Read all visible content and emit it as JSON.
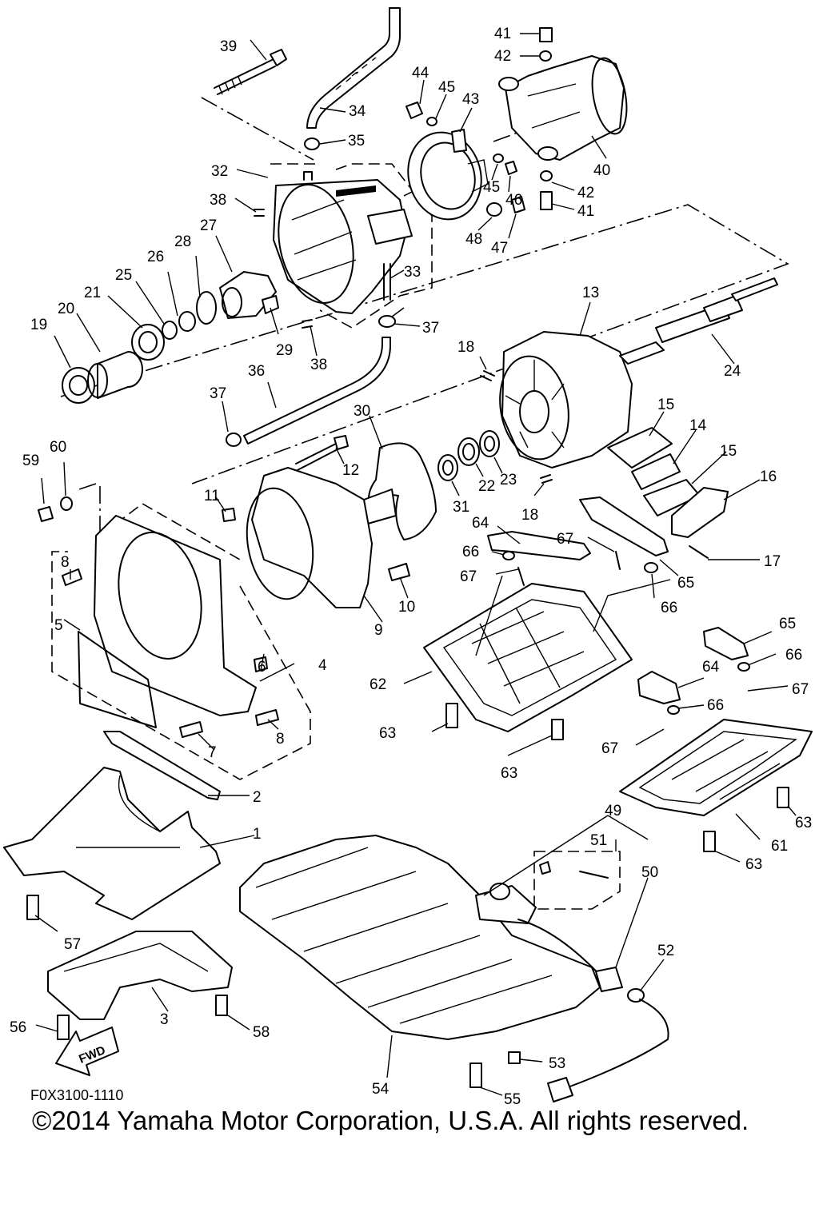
{
  "diagram_code": "F0X3100-1110",
  "copyright": "©2014 Yamaha Motor Corporation, U.S.A. All rights reserved.",
  "direction_arrow_text": "FWD",
  "callouts": [
    {
      "id": "c1",
      "text": "1"
    },
    {
      "id": "c2",
      "text": "2"
    },
    {
      "id": "c3",
      "text": "3"
    },
    {
      "id": "c4",
      "text": "4"
    },
    {
      "id": "c5",
      "text": "5"
    },
    {
      "id": "c6",
      "text": "6"
    },
    {
      "id": "c7",
      "text": "7"
    },
    {
      "id": "c8a",
      "text": "8"
    },
    {
      "id": "c8b",
      "text": "8"
    },
    {
      "id": "c9",
      "text": "9"
    },
    {
      "id": "c10",
      "text": "10"
    },
    {
      "id": "c11",
      "text": "11"
    },
    {
      "id": "c12",
      "text": "12"
    },
    {
      "id": "c13",
      "text": "13"
    },
    {
      "id": "c14",
      "text": "14"
    },
    {
      "id": "c15a",
      "text": "15"
    },
    {
      "id": "c15b",
      "text": "15"
    },
    {
      "id": "c16",
      "text": "16"
    },
    {
      "id": "c17",
      "text": "17"
    },
    {
      "id": "c18a",
      "text": "18"
    },
    {
      "id": "c18b",
      "text": "18"
    },
    {
      "id": "c19",
      "text": "19"
    },
    {
      "id": "c20",
      "text": "20"
    },
    {
      "id": "c21",
      "text": "21"
    },
    {
      "id": "c22",
      "text": "22"
    },
    {
      "id": "c23",
      "text": "23"
    },
    {
      "id": "c24",
      "text": "24"
    },
    {
      "id": "c25",
      "text": "25"
    },
    {
      "id": "c26",
      "text": "26"
    },
    {
      "id": "c27",
      "text": "27"
    },
    {
      "id": "c28",
      "text": "28"
    },
    {
      "id": "c29",
      "text": "29"
    },
    {
      "id": "c30",
      "text": "30"
    },
    {
      "id": "c31",
      "text": "31"
    },
    {
      "id": "c32",
      "text": "32"
    },
    {
      "id": "c33",
      "text": "33"
    },
    {
      "id": "c34",
      "text": "34"
    },
    {
      "id": "c35",
      "text": "35"
    },
    {
      "id": "c36",
      "text": "36"
    },
    {
      "id": "c37a",
      "text": "37"
    },
    {
      "id": "c37b",
      "text": "37"
    },
    {
      "id": "c38a",
      "text": "38"
    },
    {
      "id": "c38b",
      "text": "38"
    },
    {
      "id": "c39",
      "text": "39"
    },
    {
      "id": "c40",
      "text": "40"
    },
    {
      "id": "c41a",
      "text": "41"
    },
    {
      "id": "c41b",
      "text": "41"
    },
    {
      "id": "c42a",
      "text": "42"
    },
    {
      "id": "c42b",
      "text": "42"
    },
    {
      "id": "c43",
      "text": "43"
    },
    {
      "id": "c44",
      "text": "44"
    },
    {
      "id": "c45a",
      "text": "45"
    },
    {
      "id": "c45b",
      "text": "45"
    },
    {
      "id": "c46",
      "text": "46"
    },
    {
      "id": "c47",
      "text": "47"
    },
    {
      "id": "c48",
      "text": "48"
    },
    {
      "id": "c49",
      "text": "49"
    },
    {
      "id": "c50",
      "text": "50"
    },
    {
      "id": "c51",
      "text": "51"
    },
    {
      "id": "c52",
      "text": "52"
    },
    {
      "id": "c53",
      "text": "53"
    },
    {
      "id": "c54",
      "text": "54"
    },
    {
      "id": "c55",
      "text": "55"
    },
    {
      "id": "c56",
      "text": "56"
    },
    {
      "id": "c57",
      "text": "57"
    },
    {
      "id": "c58",
      "text": "58"
    },
    {
      "id": "c59",
      "text": "59"
    },
    {
      "id": "c60",
      "text": "60"
    },
    {
      "id": "c61",
      "text": "61"
    },
    {
      "id": "c62",
      "text": "62"
    },
    {
      "id": "c63a",
      "text": "63"
    },
    {
      "id": "c63b",
      "text": "63"
    },
    {
      "id": "c63c",
      "text": "63"
    },
    {
      "id": "c63d",
      "text": "63"
    },
    {
      "id": "c64a",
      "text": "64"
    },
    {
      "id": "c64b",
      "text": "64"
    },
    {
      "id": "c65a",
      "text": "65"
    },
    {
      "id": "c65b",
      "text": "65"
    },
    {
      "id": "c66a",
      "text": "66"
    },
    {
      "id": "c66b",
      "text": "66"
    },
    {
      "id": "c66c",
      "text": "66"
    },
    {
      "id": "c66d",
      "text": "66"
    },
    {
      "id": "c67a",
      "text": "67"
    },
    {
      "id": "c67b",
      "text": "67"
    },
    {
      "id": "c67c",
      "text": "67"
    },
    {
      "id": "c67d",
      "text": "67"
    }
  ]
}
